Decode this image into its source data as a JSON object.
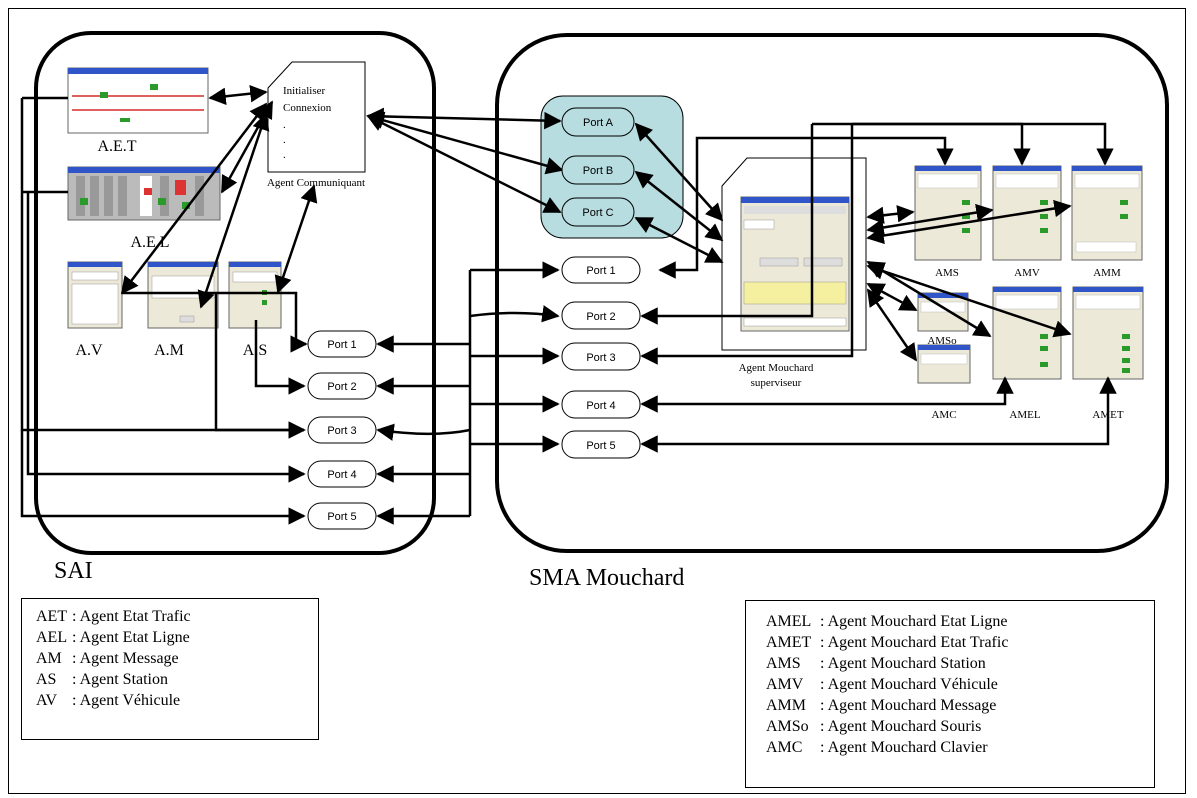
{
  "sai": {
    "label": "SAI",
    "screens": {
      "aet": "A.E.T",
      "ael": "A.E.L",
      "av": "A.V",
      "am": "A.M",
      "as": "A.S"
    },
    "agent_doc_lines": [
      "Initialiser",
      "Connexion",
      ".",
      ".",
      "."
    ],
    "agent_communiquant": "Agent Communiquant",
    "ports": [
      "Port 1",
      "Port 2",
      "Port 3",
      "Port 4",
      "Port 5"
    ]
  },
  "sma": {
    "label": "SMA Mouchard",
    "ports_abc": [
      "Port A",
      "Port B",
      "Port C"
    ],
    "ports": [
      "Port 1",
      "Port 2",
      "Port 3",
      "Port 4",
      "Port 5"
    ],
    "supervisor_lines": [
      "Agent Mouchard",
      "superviseur"
    ],
    "agents": {
      "ams": "AMS",
      "amv": "AMV",
      "amm": "AMM",
      "amso": "AMSo",
      "amc": "AMC",
      "amel": "AMEL",
      "amet": "AMET"
    }
  },
  "legend_sai": [
    {
      "abbr": "AET",
      "desc": ": Agent Etat Trafic"
    },
    {
      "abbr": "AEL",
      "desc": ": Agent Etat Ligne"
    },
    {
      "abbr": "AM",
      "desc": ": Agent Message"
    },
    {
      "abbr": "AS",
      "desc": ": Agent Station"
    },
    {
      "abbr": "AV",
      "desc": ": Agent Véhicule"
    }
  ],
  "legend_sma": [
    {
      "abbr": "AMEL",
      "desc": ": Agent Mouchard Etat Ligne"
    },
    {
      "abbr": "AMET",
      "desc": ": Agent Mouchard Etat Trafic"
    },
    {
      "abbr": "AMS",
      "desc": ": Agent Mouchard Station"
    },
    {
      "abbr": "AMV",
      "desc": ": Agent Mouchard Véhicule"
    },
    {
      "abbr": "AMM",
      "desc": ": Agent Mouchard Message"
    },
    {
      "abbr": "AMSo",
      "desc": ": Agent Mouchard Souris"
    },
    {
      "abbr": "AMC",
      "desc": ": Agent Mouchard Clavier"
    }
  ],
  "colors": {
    "port_group_fill": "#b7dde0",
    "window_title": "#2f55c8",
    "window_body": "#ece9d8",
    "line": "#000000"
  }
}
